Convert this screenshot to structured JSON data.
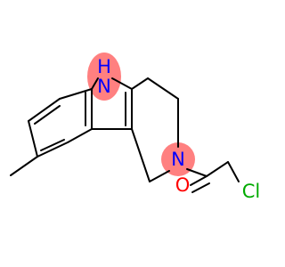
{
  "structure": {
    "atoms": {
      "nh": {
        "label": "N",
        "sublabel": "H",
        "color": "#0000ff"
      },
      "n_ring": {
        "label": "N",
        "color": "#0000ff"
      },
      "o": {
        "label": "O",
        "color": "#ff0000"
      },
      "cl": {
        "label": "Cl",
        "color": "#00aa00"
      }
    },
    "highlight_color": "#ff8080"
  }
}
